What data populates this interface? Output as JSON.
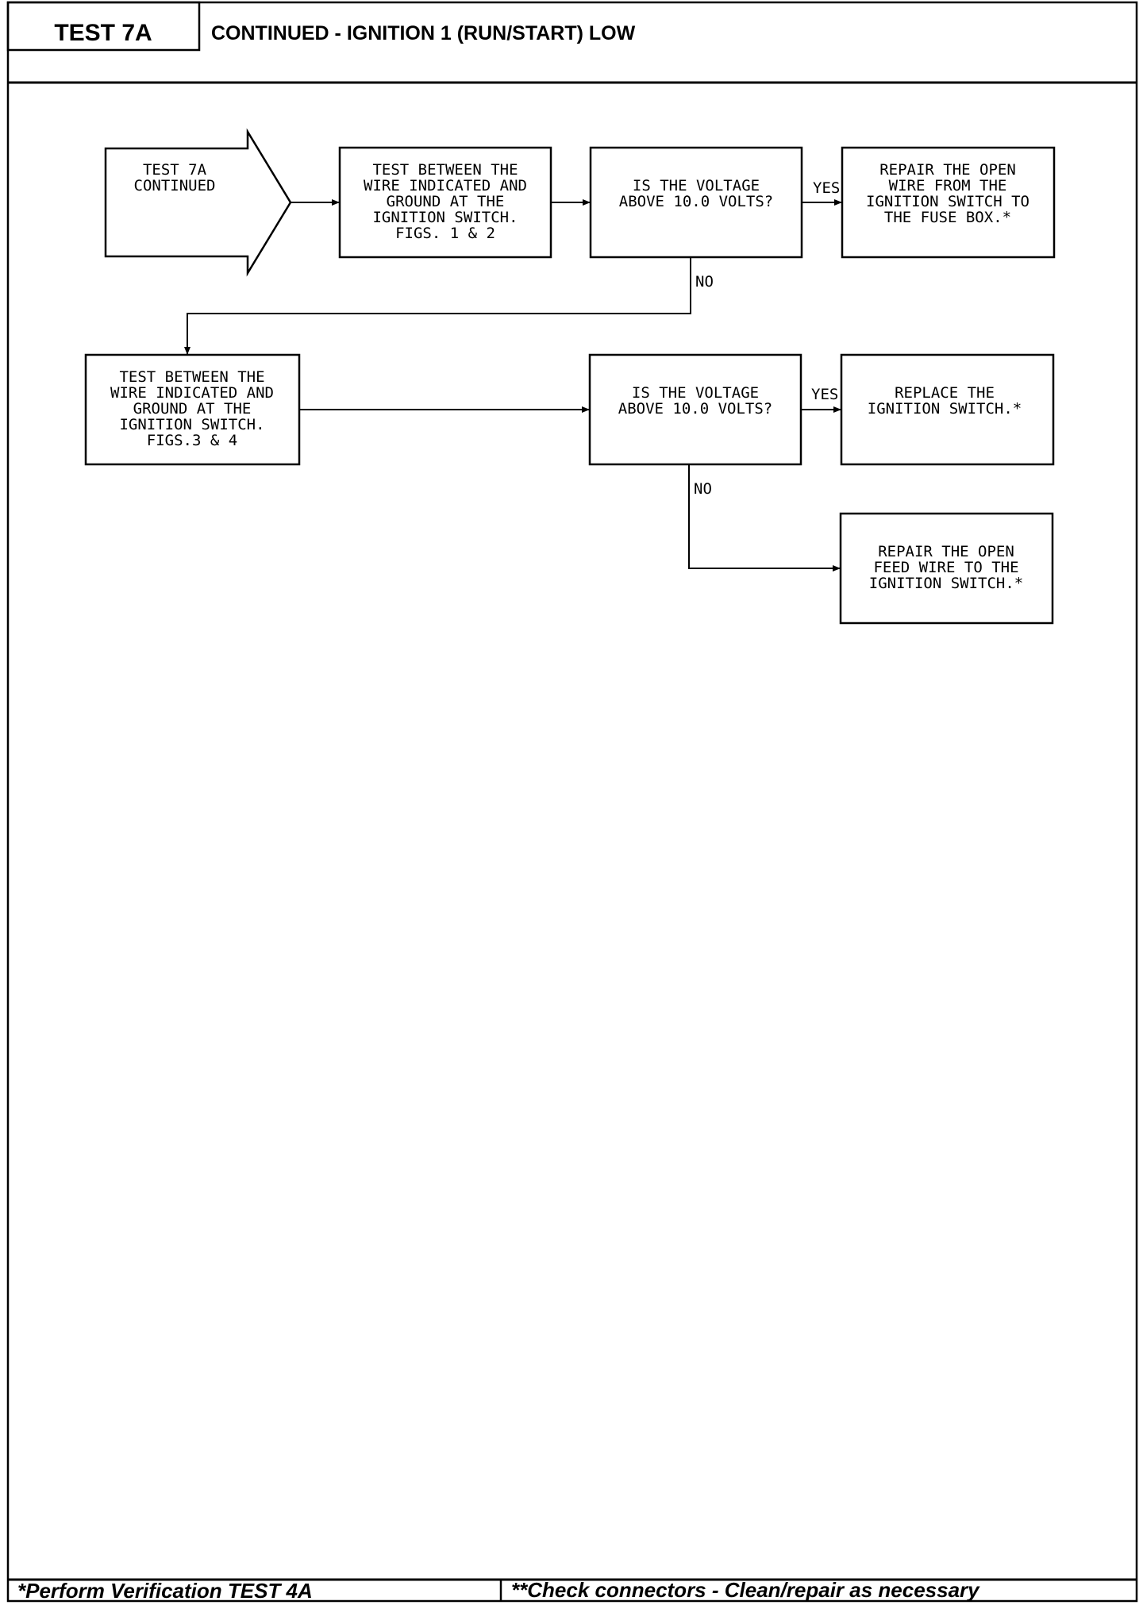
{
  "header": {
    "test_label": "TEST 7A",
    "title": "CONTINUED - IGNITION 1 (RUN/START) LOW"
  },
  "flowchart": {
    "start": {
      "lines": [
        "TEST 7A",
        "CONTINUED"
      ]
    },
    "step1": {
      "lines": [
        "TEST BETWEEN THE",
        "WIRE INDICATED AND",
        "GROUND AT THE",
        "IGNITION SWITCH.",
        "FIGS. 1 & 2"
      ]
    },
    "decision1": {
      "lines": [
        "IS THE VOLTAGE",
        "ABOVE 10.0 VOLTS?"
      ]
    },
    "result1": {
      "lines": [
        "REPAIR THE OPEN",
        "WIRE FROM THE",
        "IGNITION SWITCH TO",
        "THE FUSE BOX.*"
      ]
    },
    "step2": {
      "lines": [
        "TEST BETWEEN THE",
        "WIRE INDICATED AND",
        "GROUND AT THE",
        "IGNITION SWITCH.",
        "FIGS.3 & 4"
      ]
    },
    "decision2": {
      "lines": [
        "IS THE VOLTAGE",
        "ABOVE 10.0 VOLTS?"
      ]
    },
    "result2": {
      "lines": [
        "REPLACE THE",
        "IGNITION SWITCH.*"
      ]
    },
    "result3": {
      "lines": [
        "REPAIR THE OPEN",
        "FEED WIRE TO THE",
        "IGNITION SWITCH.*"
      ]
    },
    "labels": {
      "yes1": "YES",
      "no1": "NO",
      "yes2": "YES",
      "no2": "NO"
    }
  },
  "footer": {
    "left": "*Perform Verification  TEST 4A",
    "right": "**Check connectors - Clean/repair as necessary"
  }
}
